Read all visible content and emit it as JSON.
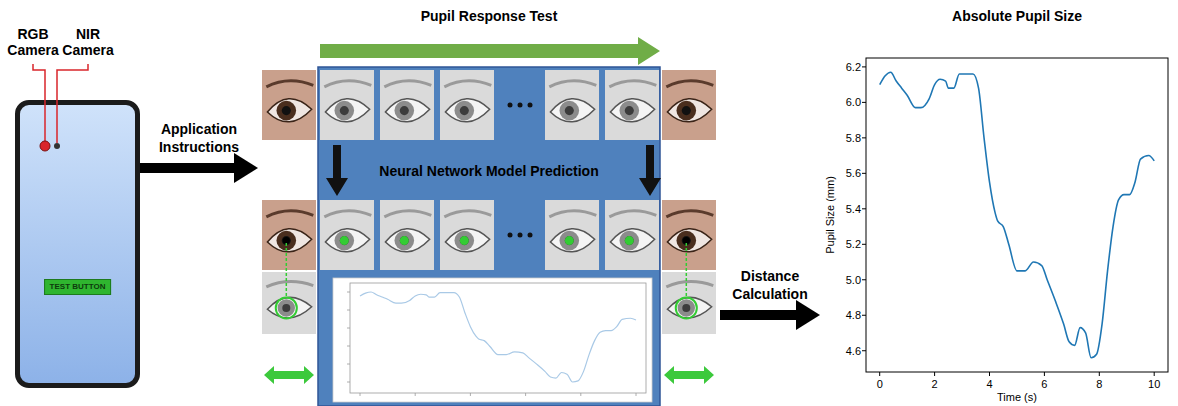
{
  "diagram": {
    "nodes": [
      {
        "text": [
          "RGB Camera",
          "NIR Camera"
        ]
      },
      {
        "text": [
          "TEST BUTTON"
        ],
        "in": 0
      },
      {
        "text": [
          "Pupil Response Test",
          "Neural Network Model Prediction"
        ]
      },
      {
        "text": [
          "Absolute Pupil Size"
        ]
      }
    ],
    "edges": [
      {
        "from": 0,
        "to": 2,
        "arrow": "to",
        "label": "Application Instructions"
      },
      {
        "from": 2,
        "to": 3,
        "arrow": "to",
        "label": "Distance Calculation"
      }
    ],
    "labels": [
      "Pupil Size (mm)",
      "Time (s)",
      "6.2",
      "6.0",
      "5.8",
      "5.6",
      "5.4",
      "5.2",
      "5.0",
      "4.8",
      "4.6",
      "0",
      "2",
      "4",
      "6",
      "8",
      "10"
    ]
  }
}
